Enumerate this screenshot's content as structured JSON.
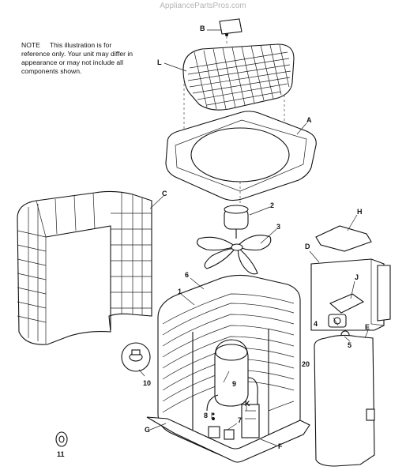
{
  "watermark": "AppliancePartsPros.com",
  "note": {
    "heading": "NOTE",
    "body": "This illustration is for reference only.   Your unit may differ in appearance or may not include all components shown."
  },
  "callouts": {
    "B": "B",
    "L": "L",
    "A": "A",
    "C": "C",
    "n2": "2",
    "H": "H",
    "n3": "3",
    "D": "D",
    "n6": "6",
    "n1": "1",
    "J": "J",
    "n4": "4",
    "n5": "5",
    "E": "E",
    "n9": "9",
    "n10": "10",
    "n20": "20",
    "K": "K",
    "n8": "8",
    "n7": "7",
    "G": "G",
    "F": "F",
    "n11": "11"
  },
  "diagram": {
    "part_icons": [
      "grille-top-icon",
      "top-panel-icon",
      "fan-motor-icon",
      "fan-blade-icon",
      "coil-guard-icon",
      "compressor-icon",
      "control-box-icon"
    ]
  }
}
